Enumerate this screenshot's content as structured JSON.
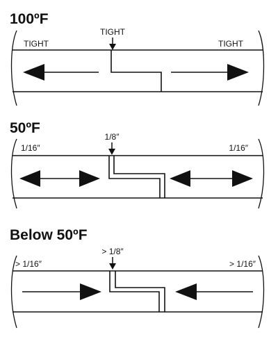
{
  "panels": [
    {
      "heading": "100ºF",
      "gap_label": "TIGHT",
      "left_label": "TIGHT",
      "right_label": "TIGHT",
      "arrows": "outward"
    },
    {
      "heading": "50ºF",
      "gap_label": "1/8″",
      "left_label": "1/16″",
      "right_label": "1/16″",
      "arrows": "both"
    },
    {
      "heading": "Below 50ºF",
      "gap_label": "> 1/8″",
      "left_label": "> 1/16″",
      "right_label": "> 1/16″",
      "arrows": "inward"
    }
  ]
}
